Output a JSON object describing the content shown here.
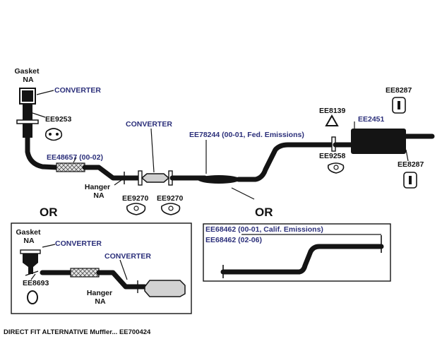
{
  "labels": {
    "gasket_top": "Gasket",
    "gasket_top_na": "NA",
    "converter_top": "CONVERTER",
    "ee9253": "EE9253",
    "ee48657": "EE48657 (00-02)",
    "hanger_top": "Hanger",
    "hanger_top_na": "NA",
    "converter_mid": "CONVERTER",
    "ee9270_left": "EE9270",
    "ee9270_right": "EE9270",
    "ee78244": "EE78244 (00-01, Fed. Emissions)",
    "ee8139": "EE8139",
    "ee2451": "EE2451",
    "ee8287_top": "EE8287",
    "ee9258": "EE9258",
    "ee8287_bottom": "EE8287",
    "or_left": "OR",
    "or_right": "OR",
    "gasket_bottom": "Gasket",
    "gasket_bottom_na": "NA",
    "converter_box_1": "CONVERTER",
    "converter_box_2": "CONVERTER",
    "ee8693": "EE8693",
    "hanger_bottom": "Hanger",
    "hanger_bottom_na": "NA",
    "ee68462_a": "EE68462 (00-01, Calif. Emissions)",
    "ee68462_b": "EE68462 (02-06)"
  },
  "footer": "DIRECT FIT ALTERNATIVE Muffler... EE700424",
  "colors": {
    "part_number_blue": "#2b2f7a",
    "line_black": "#141414",
    "background": "#ffffff"
  }
}
